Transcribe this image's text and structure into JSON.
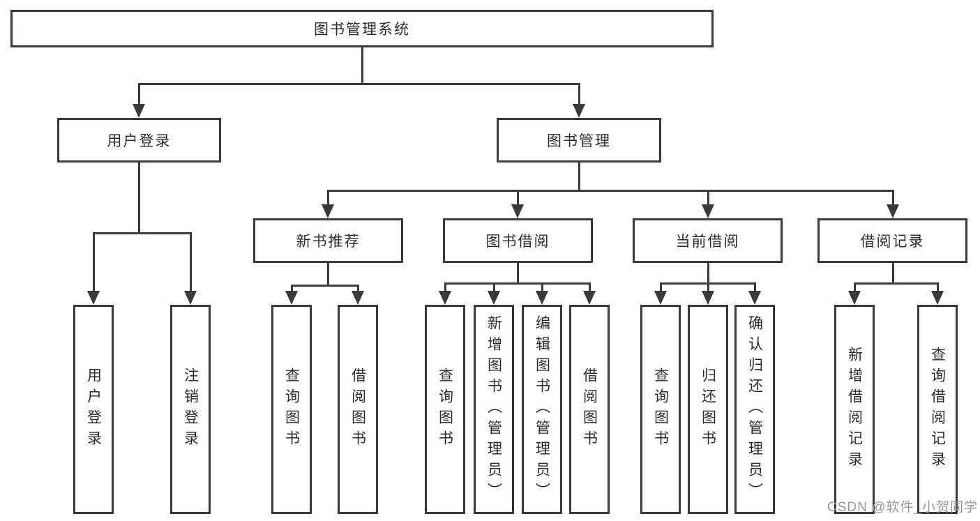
{
  "diagram_title": "图书管理系统",
  "tree": {
    "root": {
      "label": "图书管理系统",
      "children": [
        {
          "label": "用户登录",
          "children": [
            {
              "label": "用户登录"
            },
            {
              "label": "注销登录"
            }
          ]
        },
        {
          "label": "图书管理",
          "children": [
            {
              "label": "新书推荐",
              "children": [
                {
                  "label": "查询图书"
                },
                {
                  "label": "借阅图书"
                }
              ]
            },
            {
              "label": "图书借阅",
              "children": [
                {
                  "label": "查询图书"
                },
                {
                  "label": "新增图书（管理员）"
                },
                {
                  "label": "编辑图书（管理员）"
                },
                {
                  "label": "借阅图书"
                }
              ]
            },
            {
              "label": "当前借阅",
              "children": [
                {
                  "label": "查询图书"
                },
                {
                  "label": "归还图书"
                },
                {
                  "label": "确认归还（管理员）"
                }
              ]
            },
            {
              "label": "借阅记录",
              "children": [
                {
                  "label": "新增借阅记录"
                },
                {
                  "label": "查询借阅记录"
                }
              ]
            }
          ]
        }
      ]
    }
  },
  "colors": {
    "line": "#3a3a3a",
    "text": "#2d2d2d",
    "background": "#ffffff",
    "watermark": "#989898"
  },
  "watermark": "CSDN @软件_小贺同学"
}
